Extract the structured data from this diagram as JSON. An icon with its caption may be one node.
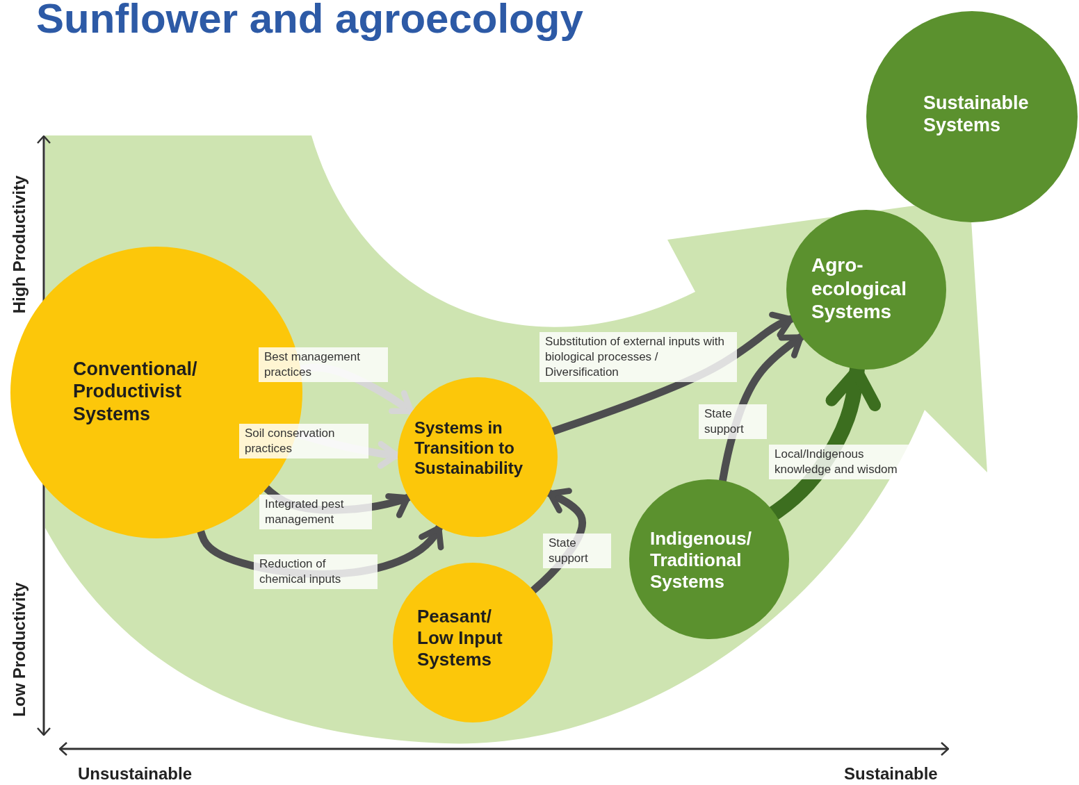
{
  "diagram": {
    "title": "Sunflower and agroecology",
    "nodes": [
      {
        "text": [
          "Conventional/ Productivist Systems"
        ]
      },
      {
        "text": [
          "Systems in Transition to Sustainability"
        ]
      },
      {
        "text": [
          "Peasant/ Low Input Systems"
        ]
      },
      {
        "text": [
          "Indigenous/ Traditional Systems"
        ]
      },
      {
        "text": [
          "Agro- ecological Systems"
        ]
      },
      {
        "text": [
          "Sustainable Systems"
        ]
      }
    ],
    "edges": [
      {
        "from": 0,
        "to": 1,
        "arrow": "to",
        "label": "Best management practices",
        "color": "#d6d6d6"
      },
      {
        "from": 0,
        "to": 1,
        "arrow": "to",
        "label": "Soil conservation practices",
        "color": "#d6d6d6"
      },
      {
        "from": 0,
        "to": 1,
        "arrow": "to",
        "label": "Integrated pest management"
      },
      {
        "from": 0,
        "to": 1,
        "arrow": "to",
        "label": "Reduction of chemical inputs"
      },
      {
        "from": 1,
        "to": 4,
        "arrow": "to",
        "label": "Substitution of external inputs with biological processes / Diversification"
      },
      {
        "from": 2,
        "to": 1,
        "arrow": "to",
        "label": "State support"
      },
      {
        "from": 3,
        "to": 4,
        "arrow": "to",
        "label": "State support"
      },
      {
        "from": 3,
        "to": 4,
        "arrow": "to",
        "label": "Local/Indigenous knowledge and wisdom",
        "style": "thick",
        "color": "#3c6e1f"
      }
    ],
    "labels": [
      "High Productivity",
      "Low Productivity",
      "Unsustainable",
      "Sustainable"
    ]
  }
}
